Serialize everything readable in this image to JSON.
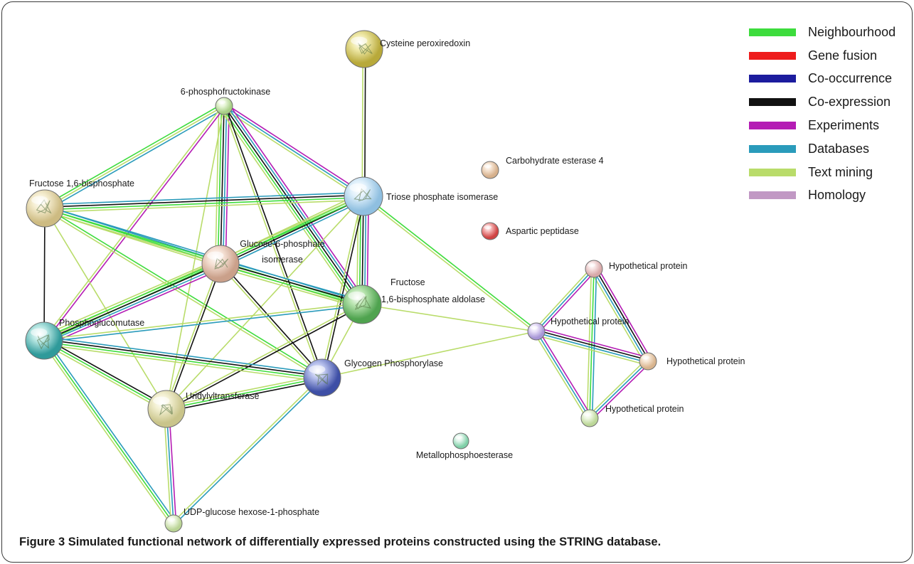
{
  "nodes": [
    {
      "id": "cys",
      "label": "Cysteine peroxiredoxin",
      "color": "#b8a93a",
      "highlight": "#efe9a8",
      "has_structure": true
    },
    {
      "id": "pfk",
      "label": "6-phosphofructokinase",
      "color": "#a8cf86",
      "highlight": "#e8f6d8",
      "has_structure": false
    },
    {
      "id": "fbp",
      "label": "Fructose 1,6-bisphosphate",
      "color": "#cdbb82",
      "highlight": "#f5edd0",
      "has_structure": true
    },
    {
      "id": "tpi",
      "label": "Triose phosphate isomerase",
      "color": "#8fbfe0",
      "highlight": "#e0f0fb",
      "has_structure": true
    },
    {
      "id": "g6p",
      "label": "Glucose-6-phosphate isomerase",
      "color": "#caa08a",
      "highlight": "#f6e2d6",
      "has_structure": true
    },
    {
      "id": "fba",
      "label": "Fructose 1,6-bisphosphate aldolase",
      "color": "#4fa34f",
      "highlight": "#b9e5b0",
      "has_structure": true
    },
    {
      "id": "pgm",
      "label": "Phosphoglucomutase",
      "color": "#2f9a9a",
      "highlight": "#b6e6e2",
      "has_structure": true
    },
    {
      "id": "gp",
      "label": "Glycogen Phosphorylase",
      "color": "#3e4fa6",
      "highlight": "#b7c0ec",
      "has_structure": true
    },
    {
      "id": "uri",
      "label": "Uridylyltransferase",
      "color": "#c9c48a",
      "highlight": "#f3f0d2",
      "has_structure": true
    },
    {
      "id": "udp",
      "label": "UDP-glucose hexose-1-phosphate",
      "color": "#b9d394",
      "highlight": "#edf6df",
      "has_structure": false
    },
    {
      "id": "ce4",
      "label": "Carbohydrate esterase 4",
      "color": "#d6b08c",
      "highlight": "#f6e4d2",
      "has_structure": false
    },
    {
      "id": "asp",
      "label": "Aspartic peptidase",
      "color": "#d04444",
      "highlight": "#f6b5b5",
      "has_structure": false
    },
    {
      "id": "met",
      "label": "Metallophosphoesterase",
      "color": "#7fcfa7",
      "highlight": "#dff5ea",
      "has_structure": false
    },
    {
      "id": "h1",
      "label": "Hypothetical protein",
      "color": "#d8a8a8",
      "highlight": "#f6e2e2",
      "has_structure": false
    },
    {
      "id": "h2",
      "label": "Hypothetical protein",
      "color": "#a796d6",
      "highlight": "#e8e0f8",
      "has_structure": false
    },
    {
      "id": "h3",
      "label": "Hypothetical protein",
      "color": "#d8b48e",
      "highlight": "#f6e6d4",
      "has_structure": false
    },
    {
      "id": "h4",
      "label": "Hypothetical protein",
      "color": "#bcd798",
      "highlight": "#eef7e2",
      "has_structure": false
    }
  ],
  "edges": [
    {
      "source": "cys",
      "target": "tpi",
      "evidence": [
        "co-expression",
        "text-mining"
      ]
    },
    {
      "source": "pfk",
      "target": "tpi",
      "evidence": [
        "experiments",
        "databases",
        "text-mining"
      ]
    },
    {
      "source": "pfk",
      "target": "fbp",
      "evidence": [
        "databases",
        "text-mining",
        "neighbourhood"
      ]
    },
    {
      "source": "pfk",
      "target": "g6p",
      "evidence": [
        "experiments",
        "databases",
        "co-expression",
        "neighbourhood",
        "text-mining"
      ]
    },
    {
      "source": "pfk",
      "target": "fba",
      "evidence": [
        "experiments",
        "databases",
        "co-expression",
        "neighbourhood",
        "text-mining"
      ]
    },
    {
      "source": "pfk",
      "target": "pgm",
      "evidence": [
        "experiments",
        "text-mining"
      ]
    },
    {
      "source": "pfk",
      "target": "gp",
      "evidence": [
        "co-expression",
        "text-mining"
      ]
    },
    {
      "source": "pfk",
      "target": "uri",
      "evidence": [
        "text-mining"
      ]
    },
    {
      "source": "fbp",
      "target": "tpi",
      "evidence": [
        "databases",
        "co-expression",
        "neighbourhood",
        "text-mining"
      ]
    },
    {
      "source": "fbp",
      "target": "g6p",
      "evidence": [
        "databases",
        "neighbourhood",
        "text-mining"
      ]
    },
    {
      "source": "fbp",
      "target": "fba",
      "evidence": [
        "databases",
        "neighbourhood",
        "text-mining"
      ]
    },
    {
      "source": "fbp",
      "target": "pgm",
      "evidence": [
        "co-expression"
      ]
    },
    {
      "source": "fbp",
      "target": "gp",
      "evidence": [
        "neighbourhood",
        "text-mining"
      ]
    },
    {
      "source": "fbp",
      "target": "uri",
      "evidence": [
        "text-mining"
      ]
    },
    {
      "source": "tpi",
      "target": "g6p",
      "evidence": [
        "databases",
        "co-expression",
        "neighbourhood",
        "text-mining"
      ]
    },
    {
      "source": "tpi",
      "target": "fba",
      "evidence": [
        "experiments",
        "databases",
        "co-expression",
        "neighbourhood",
        "text-mining"
      ]
    },
    {
      "source": "tpi",
      "target": "pgm",
      "evidence": [
        "neighbourhood",
        "text-mining"
      ]
    },
    {
      "source": "tpi",
      "target": "gp",
      "evidence": [
        "co-expression",
        "text-mining"
      ]
    },
    {
      "source": "tpi",
      "target": "uri",
      "evidence": [
        "text-mining"
      ]
    },
    {
      "source": "tpi",
      "target": "h2",
      "evidence": [
        "neighbourhood",
        "text-mining"
      ]
    },
    {
      "source": "g6p",
      "target": "fba",
      "evidence": [
        "databases",
        "co-expression",
        "neighbourhood",
        "text-mining"
      ]
    },
    {
      "source": "g6p",
      "target": "pgm",
      "evidence": [
        "experiments",
        "databases",
        "co-expression",
        "neighbourhood",
        "text-mining"
      ]
    },
    {
      "source": "g6p",
      "target": "gp",
      "evidence": [
        "co-expression",
        "text-mining"
      ]
    },
    {
      "source": "g6p",
      "target": "uri",
      "evidence": [
        "co-expression",
        "text-mining"
      ]
    },
    {
      "source": "fba",
      "target": "pgm",
      "evidence": [
        "databases",
        "text-mining"
      ]
    },
    {
      "source": "fba",
      "target": "gp",
      "evidence": [
        "text-mining"
      ]
    },
    {
      "source": "fba",
      "target": "uri",
      "evidence": [
        "co-expression",
        "text-mining"
      ]
    },
    {
      "source": "fba",
      "target": "h2",
      "evidence": [
        "text-mining"
      ]
    },
    {
      "source": "pgm",
      "target": "gp",
      "evidence": [
        "databases",
        "co-expression",
        "neighbourhood",
        "text-mining"
      ]
    },
    {
      "source": "pgm",
      "target": "uri",
      "evidence": [
        "co-expression",
        "neighbourhood",
        "text-mining"
      ]
    },
    {
      "source": "pgm",
      "target": "udp",
      "evidence": [
        "databases",
        "neighbourhood",
        "text-mining"
      ]
    },
    {
      "source": "gp",
      "target": "uri",
      "evidence": [
        "co-expression",
        "neighbourhood",
        "text-mining"
      ]
    },
    {
      "source": "gp",
      "target": "udp",
      "evidence": [
        "databases",
        "text-mining"
      ]
    },
    {
      "source": "gp",
      "target": "h2",
      "evidence": [
        "text-mining"
      ]
    },
    {
      "source": "uri",
      "target": "udp",
      "evidence": [
        "experiments",
        "databases",
        "text-mining"
      ]
    },
    {
      "source": "h1",
      "target": "h2",
      "evidence": [
        "experiments",
        "databases",
        "text-mining"
      ]
    },
    {
      "source": "h1",
      "target": "h3",
      "evidence": [
        "experiments",
        "co-expression",
        "databases",
        "text-mining"
      ]
    },
    {
      "source": "h1",
      "target": "h4",
      "evidence": [
        "databases",
        "neighbourhood",
        "text-mining"
      ]
    },
    {
      "source": "h2",
      "target": "h3",
      "evidence": [
        "experiments",
        "co-expression",
        "databases",
        "text-mining"
      ]
    },
    {
      "source": "h2",
      "target": "h4",
      "evidence": [
        "experiments",
        "databases",
        "text-mining"
      ]
    },
    {
      "source": "h3",
      "target": "h4",
      "evidence": [
        "experiments",
        "databases",
        "text-mining"
      ]
    }
  ],
  "evidence_colors": {
    "neighbourhood": "#3ddc3d",
    "gene-fusion": "#ee1c1c",
    "co-occurrence": "#1c1c9e",
    "co-expression": "#111111",
    "experiments": "#b41cb4",
    "databases": "#2a9bbb",
    "text-mining": "#b9dc6a",
    "homology": "#c198c4"
  },
  "legend": [
    {
      "key": "neighbourhood",
      "label": "Neighbourhood",
      "color": "#3ddc3d"
    },
    {
      "key": "gene-fusion",
      "label": "Gene fusion",
      "color": "#ee1c1c"
    },
    {
      "key": "co-occurrence",
      "label": "Co-occurrence",
      "color": "#1c1c9e"
    },
    {
      "key": "co-expression",
      "label": "Co-expression",
      "color": "#111111"
    },
    {
      "key": "experiments",
      "label": "Experiments",
      "color": "#b41cb4"
    },
    {
      "key": "databases",
      "label": "Databases",
      "color": "#2a9bbb"
    },
    {
      "key": "text-mining",
      "label": "Text mining",
      "color": "#b9dc6a"
    },
    {
      "key": "homology",
      "label": "Homology",
      "color": "#c198c4"
    }
  ],
  "caption": {
    "label": "Figure 3",
    "text": "Simulated functional network of differentially expressed proteins constructed using the STRING database."
  }
}
